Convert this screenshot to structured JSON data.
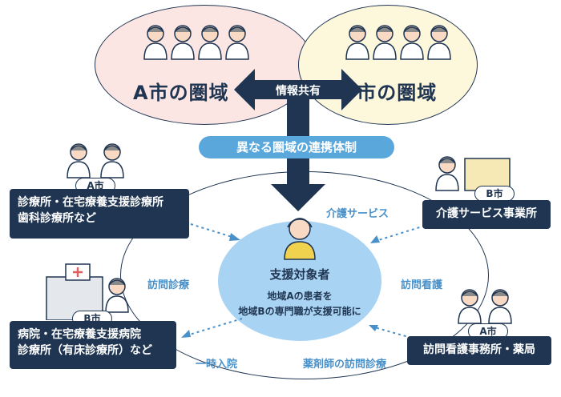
{
  "regions": {
    "a": {
      "label": "A市の圏域"
    },
    "b": {
      "label": "B市の圏域"
    }
  },
  "info_sharing": "情報共有",
  "system_banner": "異なる圏域の連携体制",
  "center": {
    "title": "支援対象者",
    "line1": "地域Aの患者を",
    "line2": "地域Bの専門職が支援可能に"
  },
  "nodes": {
    "clinic": {
      "city": "A市",
      "line1": "診療所・在宅療養支援診療所",
      "line2": "歯科診療所など"
    },
    "care": {
      "city": "B市",
      "line1": "介護サービス事業所"
    },
    "hospital": {
      "city": "B市",
      "line1": "病院・在宅療養支援病院",
      "line2": "診療所（有床診療所）など"
    },
    "nursing": {
      "city": "A市",
      "line1": "訪問看護事務所・薬局"
    }
  },
  "flows": {
    "care_service": "介護サービス",
    "home_visit_medical": "訪問診療",
    "home_nursing": "訪問看護",
    "short_admission": "一時入院",
    "pharmacist_visit": "薬剤師の訪問診療"
  },
  "colors": {
    "navy": "#1f3552",
    "light_blue": "#a9d3f2",
    "pink": "#fce6e3",
    "cream": "#fdf7dc",
    "accent_blue": "#4a90c8"
  }
}
